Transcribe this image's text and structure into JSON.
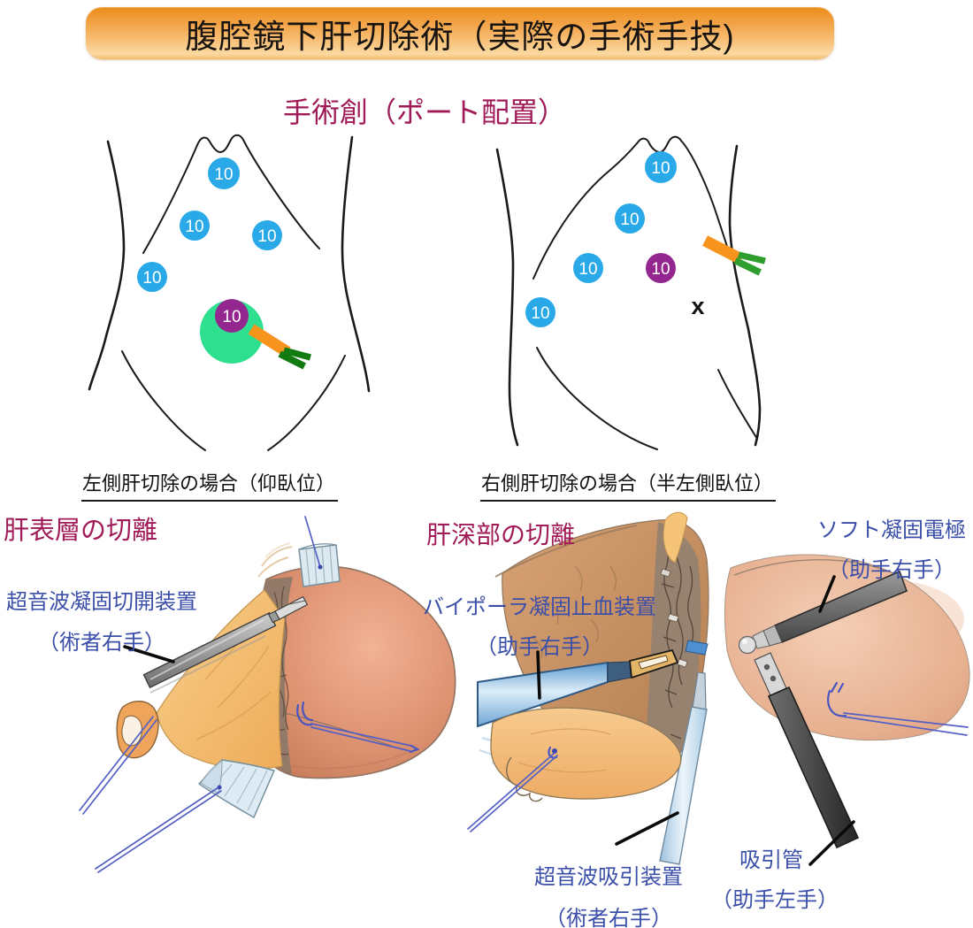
{
  "banner": {
    "title": "腹腔鏡下肝切除術（実際の手術手技)",
    "text_color": "#161310",
    "gradient": [
      "#EC8D1C",
      "#F2A041",
      "#F8BE74",
      "#FBD9A2"
    ]
  },
  "ports_section": {
    "subtitle": "手術創（ポート配置）",
    "subtitle_color": "#A01B57",
    "port_label": "10",
    "colors": {
      "port_blue": "#29A9E8",
      "port_purple": "#93278F",
      "highlight_green": "#2EDF8F",
      "stick_orange": "#F7941D",
      "fork_green_left": "#117A11",
      "fork_green_right": "#2E9E2E"
    },
    "left_diagram": {
      "caption": "左側肝切除の場合（仰臥位）"
    },
    "right_diagram": {
      "caption": "右側肝切除の場合（半左側臥位）",
      "x_mark": "x"
    }
  },
  "left_procedure": {
    "heading": "肝表層の切離",
    "heading_color": "#A01B57",
    "label_color": "#3B4FA9",
    "labels": [
      {
        "line1": "超音波凝固切開装置",
        "line2": "（術者右手）"
      }
    ]
  },
  "right_procedure": {
    "heading": "肝深部の切離",
    "heading_color": "#A01B57",
    "label_color": "#3B4FA9",
    "labels": [
      {
        "line1": "ソフト凝固電極",
        "line2": "（助手右手）"
      },
      {
        "line1": "バイポーラ凝固止血装置",
        "line2": "（助手右手）"
      },
      {
        "line1": "超音波吸引装置",
        "line2": "（術者右手）"
      },
      {
        "line1": "吸引管",
        "line2": "（助手左手）"
      }
    ]
  }
}
